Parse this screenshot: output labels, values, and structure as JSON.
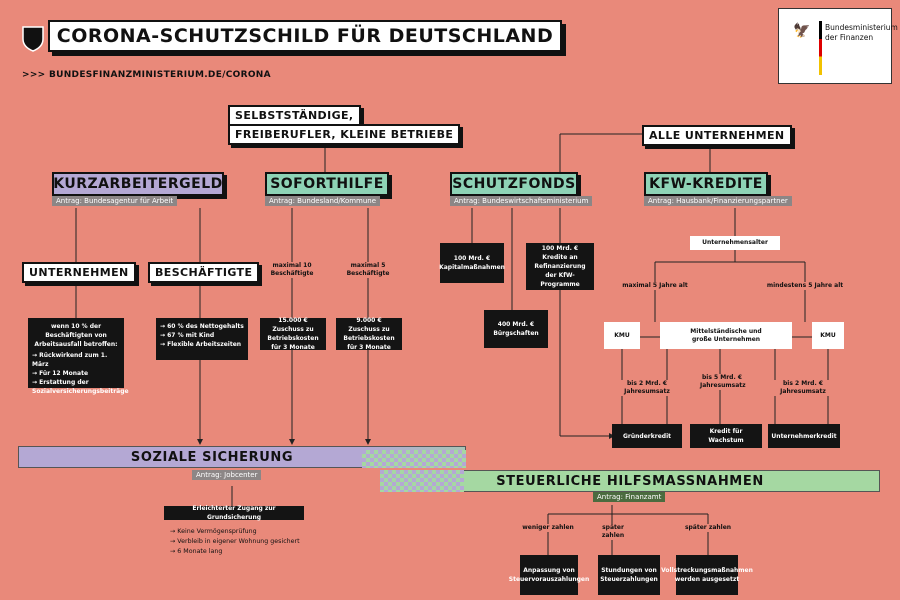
{
  "header": {
    "title": "CORONA-SCHUTZSCHILD FÜR DEUTSCHLAND",
    "url": ">>> BUNDESFINANZMINISTERIUM.DE/CORONA"
  },
  "logo": {
    "line1": "Bundesministerium",
    "line2": "der Finanzen"
  },
  "groups": {
    "selbststaendige_line1": "SELBSTSTÄNDIGE,",
    "selbststaendige_line2": "FREIBERUFLER, KLEINE BETRIEBE",
    "alle_unternehmen": "ALLE UNTERNEHMEN"
  },
  "kurzarbeitergeld": {
    "title": "KURZARBEITERGELD",
    "antrag": "Antrag: Bundesagentur für Arbeit",
    "unternehmen": "UNTERNEHMEN",
    "beschaeftigte": "BESCHÄFTIGTE",
    "unternehmen_box": {
      "intro": "wenn 10 % der Beschäftigten von Arbeitsausfall betroffen:",
      "items": [
        "Rückwirkend zum 1. März",
        "Für 12 Monate",
        "Erstattung der Sozialversicherungsbeiträge"
      ]
    },
    "beschaeftigte_box": {
      "items": [
        "60 % des Nettogehalts",
        "67 % mit Kind",
        "Flexible Arbeitszeiten"
      ]
    }
  },
  "soforthilfe": {
    "title": "SOFORTHILFE",
    "antrag": "Antrag: Bundesland/Kommune",
    "cond1": "maximal 10 Beschäftigte",
    "cond2": "maximal 5 Beschäftigte",
    "box1": "15.000 € Zuschuss zu Betriebskosten für 3 Monate",
    "box2": "9.000 € Zuschuss zu Betriebskosten für 3 Monate"
  },
  "schutzfonds": {
    "title": "SCHUTZFONDS",
    "antrag": "Antrag: Bundeswirtschaftsministerium",
    "box1": "100 Mrd. € Kapitalmaßnahmen",
    "box2": "100 Mrd. € Kredite an Refinanzierung der KfW-Programme",
    "box3": "400 Mrd. € Bürgschaften"
  },
  "kfw": {
    "title": "KFW-KREDITE",
    "antrag": "Antrag: Hausbank/Finanzierungspartner",
    "alter": "Unternehmensalter",
    "max5": "maximal 5 Jahre alt",
    "min5": "mindestens 5 Jahre alt",
    "kmu_left": "KMU",
    "mittel": "Mittelständische und große Unternehmen",
    "kmu_right": "KMU",
    "umsatz_left": "bis 2 Mrd. € Jahresumsatz",
    "umsatz_mid": "bis 5 Mrd. € Jahresumsatz",
    "umsatz_right": "bis 2 Mrd. € Jahresumsatz",
    "gruender": "Gründerkredit",
    "wachstum": "Kredit für Wachstum",
    "unternehmer": "Unternehmerkredit"
  },
  "soziale": {
    "title": "SOZIALE SICHERUNG",
    "antrag": "Antrag: Jobcenter",
    "box": "Erleichterter Zugang zur Grundsicherung",
    "items": [
      "Keine Vermögensprüfung",
      "Verbleib in eigener Wohnung gesichert",
      "6 Monate lang"
    ]
  },
  "steuer": {
    "title": "STEUERLICHE HILFSMASSNAHMEN",
    "antrag": "Antrag: Finanzamt",
    "c1": "weniger zahlen",
    "c2": "später zahlen",
    "c3": "später zahlen",
    "b1": "Anpassung von Steuervorauszahlungen",
    "b2": "Stundungen von Steuerzahlungen",
    "b3": "Vollstreckungsmaßnahmen werden ausgesetzt"
  },
  "colors": {
    "background": "#e9897a",
    "kurzarbeit": "#b4a8d4",
    "sofort": "#8ed3b6",
    "schutz": "#8ed3b6",
    "kfw": "#8ed3b6",
    "soziale_bar": "#b4a8d4",
    "steuer_bar": "#a5d8a2"
  }
}
